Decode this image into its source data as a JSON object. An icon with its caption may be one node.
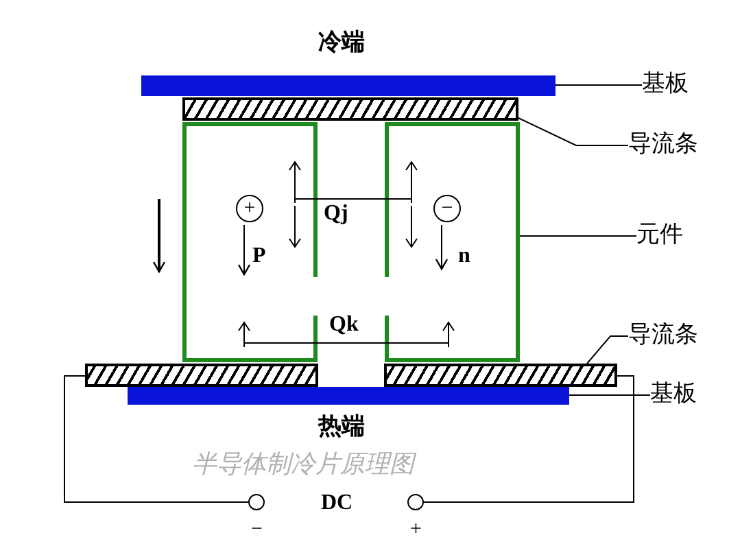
{
  "diagram": {
    "caption": "半导体制冷片原理图",
    "nodes": [
      {
        "text": [
          "基板"
        ]
      },
      {
        "text": [],
        "shape": "bar"
      },
      {
        "text": [
          "导流条"
        ]
      },
      {
        "text": [],
        "shape": "bar"
      },
      {
        "text": [
          "元件"
        ]
      },
      {
        "text": [],
        "shape": "box"
      },
      {
        "text": [],
        "shape": "box"
      },
      {
        "text": [
          "导流条"
        ]
      },
      {
        "text": [],
        "shape": "bar"
      },
      {
        "text": [],
        "shape": "bar"
      },
      {
        "text": [
          "基板"
        ]
      },
      {
        "text": [],
        "shape": "bar"
      },
      {
        "text": [],
        "shape": "circle",
        "beside": [
          "−"
        ]
      },
      {
        "text": [],
        "shape": "circle",
        "beside": [
          "+"
        ]
      }
    ],
    "edges": [
      {
        "from": 0,
        "to": 1,
        "arrow": "none"
      },
      {
        "from": 2,
        "to": 3,
        "arrow": "none"
      },
      {
        "from": 4,
        "to": 6,
        "arrow": "none"
      },
      {
        "from": 7,
        "to": 9,
        "arrow": "none"
      },
      {
        "from": 10,
        "to": 11,
        "arrow": "none"
      },
      {
        "from": 8,
        "to": 12,
        "arrow": "none"
      },
      {
        "from": 9,
        "to": 13,
        "arrow": "none"
      },
      {
        "from": 5,
        "to": 6,
        "arrow": "both",
        "label": "Qj"
      },
      {
        "from": 5,
        "to": 6,
        "arrow": "both",
        "label": "Qk"
      }
    ],
    "labels": [
      "冷端",
      "+",
      "−",
      "P",
      "n",
      "热端",
      "DC"
    ]
  }
}
